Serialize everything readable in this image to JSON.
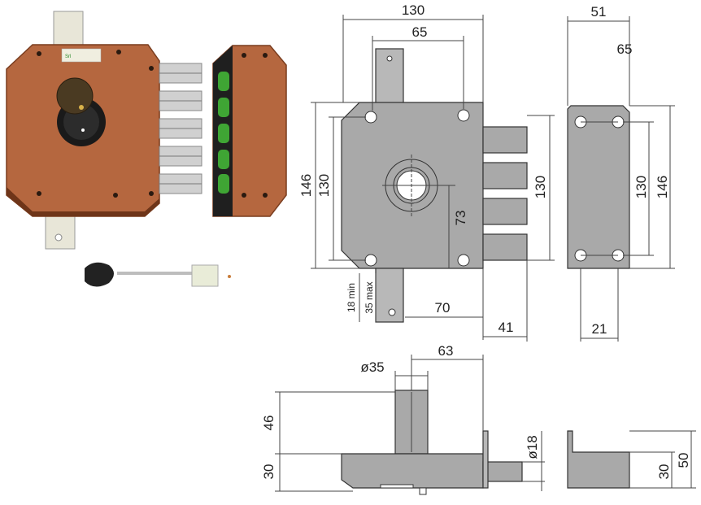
{
  "front_view": {
    "width_overall": "130",
    "hole_spacing_top": "65",
    "height_overall": "146",
    "height_holes": "130",
    "right_height": "130",
    "cylinder_offset": "73",
    "backset": "70",
    "bolt_throw": "41",
    "min_label": "18 min",
    "max_label": "35 max"
  },
  "side_view": {
    "depth": "51",
    "depth2": "65",
    "hole_height": "130",
    "height_overall": "146",
    "hole_offset": "21"
  },
  "bottom_view": {
    "diameter": "ø35",
    "offset": "63",
    "height_top": "46",
    "height_body": "30",
    "bolt_diameter": "ø18",
    "right_height_body": "30",
    "right_height_total": "50"
  },
  "product_photo": {
    "label_text": "Srl"
  },
  "colors": {
    "lock_body": "#b5673f",
    "lock_dark": "#7a3d1f",
    "steel": "#c8c8c8",
    "drawing_fill": "#a9a9a9",
    "key_handle": "#222222",
    "green_accent": "#3fa534"
  }
}
